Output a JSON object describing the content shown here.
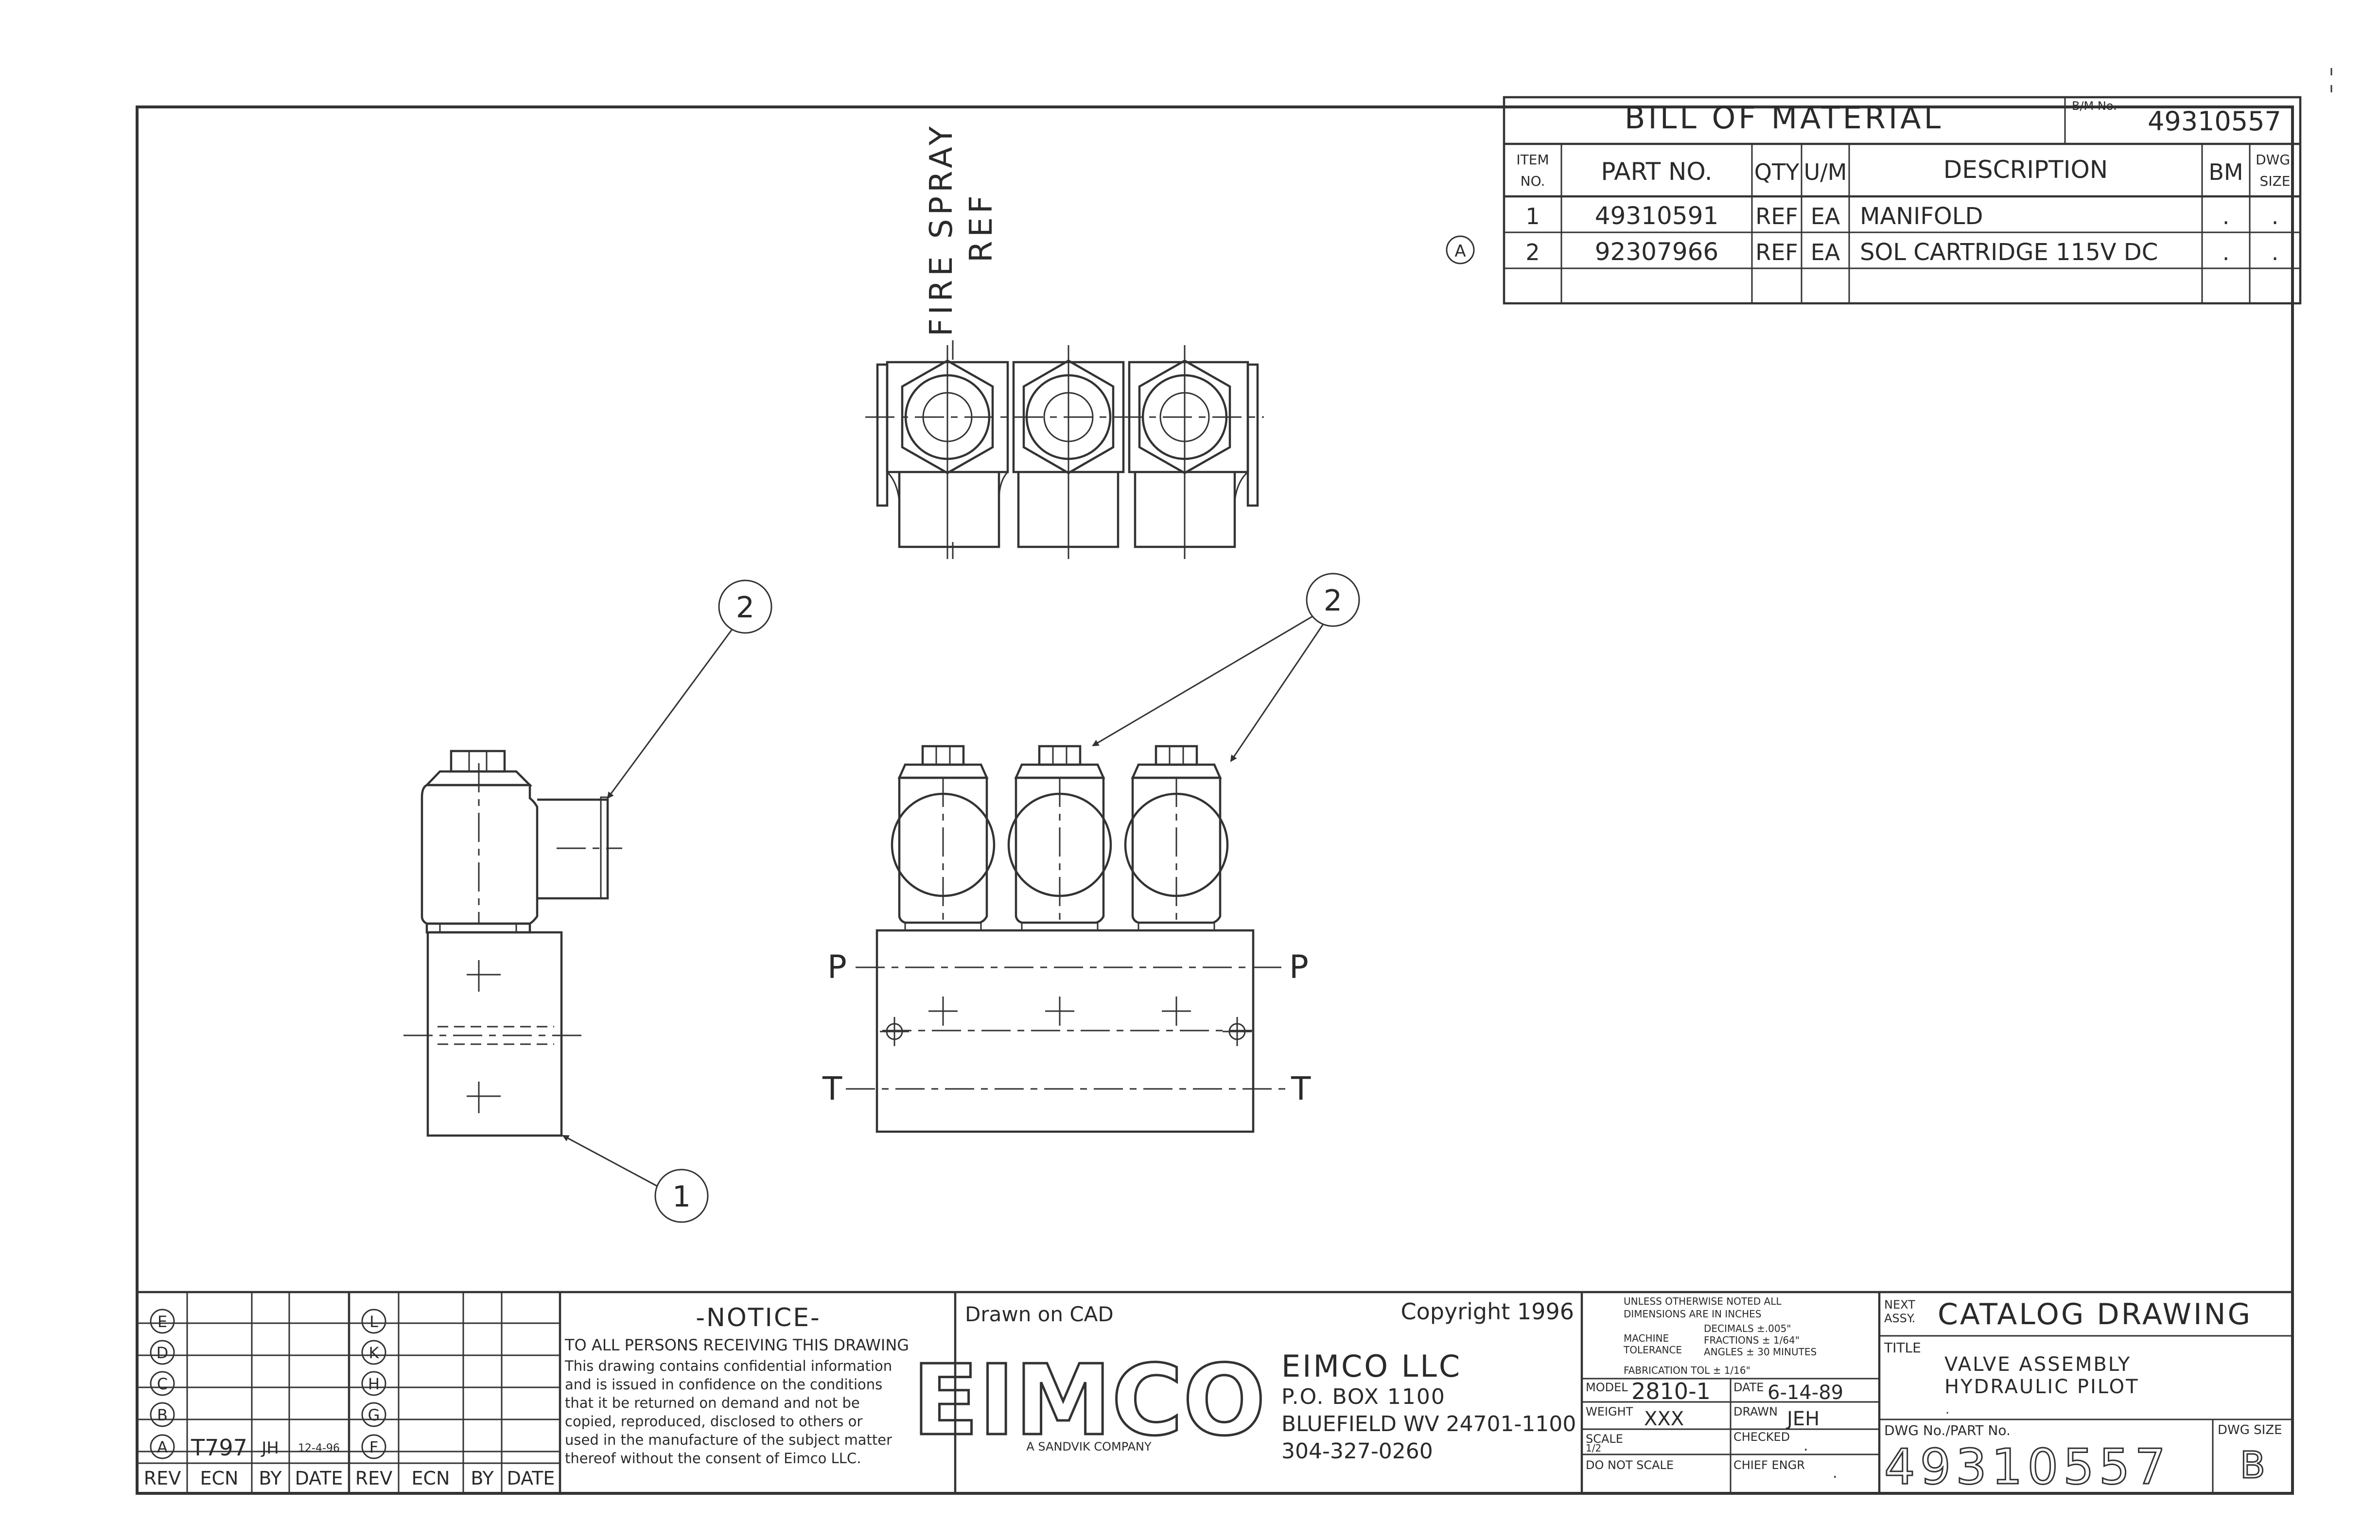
{
  "bom": {
    "title": "BILL OF MATERIAL",
    "bm_no_label": "B/M No.",
    "bm_no": "49310557",
    "headers": {
      "item_no_1": "ITEM",
      "item_no_2": "NO.",
      "part_no": "PART NO.",
      "qty": "QTY",
      "um": "U/M",
      "description": "DESCRIPTION",
      "bm": "BM",
      "dwg_size_1": "DWG.",
      "dwg_size_2": "SIZE"
    },
    "rows": [
      {
        "item": "1",
        "part": "49310591",
        "qty": "REF",
        "um": "EA",
        "desc": "MANIFOLD",
        "bm": ".",
        "size": "."
      },
      {
        "item": "2",
        "part": "92307966",
        "qty": "REF",
        "um": "EA",
        "desc": "SOL CARTRIDGE 115V DC",
        "bm": ".",
        "size": ".",
        "rev": "A"
      }
    ]
  },
  "drawing": {
    "fire_spray_1": "FIRE SPRAY",
    "fire_spray_2": "REF",
    "balloon_1": "1",
    "balloon_2": "2",
    "port_p": "P",
    "port_t": "T"
  },
  "revisions": {
    "left_letters": [
      "E",
      "D",
      "C",
      "B",
      "A"
    ],
    "right_letters": [
      "L",
      "K",
      "H",
      "G",
      "F"
    ],
    "entry": {
      "rev": "A",
      "ecn": "T797",
      "by": "JH",
      "date": "12-4-96"
    },
    "header": {
      "rev": "REV",
      "ecn": "ECN",
      "by": "BY",
      "date": "DATE"
    }
  },
  "notice": {
    "title": "-NOTICE-",
    "lines": [
      "TO ALL PERSONS RECEIVING THIS DRAWING",
      "This drawing contains confidential information",
      "and is issued in confidence on the conditions",
      "that it be returned on demand and not be",
      "copied, reproduced, disclosed to others or",
      "used in the manufacture of the subject matter",
      "thereof without the consent of Eimco LLC."
    ]
  },
  "company": {
    "drawn_on": "Drawn on CAD",
    "copyright": "Copyright 1996",
    "logo": "EIMCO",
    "logo_sub": "A SANDVIK COMPANY",
    "name": "EIMCO LLC",
    "box": "P.O. BOX 1100",
    "city": "BLUEFIELD WV 24701-1100",
    "phone": "304-327-0260"
  },
  "tolerances": {
    "lines": [
      "UNLESS OTHERWISE NOTED ALL",
      "DIMENSIONS ARE IN INCHES"
    ],
    "machine": "MACHINE",
    "tolerance": "TOLERANCE",
    "decimals": "DECIMALS ±.005\"",
    "fractions": "FRACTIONS ± 1/64\"",
    "angles": "ANGLES ± 30 MINUTES",
    "fabrication": "FABRICATION TOL ± 1/16\""
  },
  "titleblock": {
    "model_label": "MODEL",
    "model": "2810-1",
    "date_label": "DATE",
    "date": "6-14-89",
    "weight_label": "WEIGHT",
    "weight": "XXX",
    "drawn_label": "DRAWN",
    "drawn": "JEH",
    "scale_label": "SCALE",
    "scale": "1/2",
    "checked_label": "CHECKED",
    "checked": ".",
    "do_not_scale": "DO NOT SCALE",
    "chief_label": "CHIEF ENGR",
    "chief": ".",
    "next_assy_1": "NEXT",
    "next_assy_2": "ASSY.",
    "next_assy": "CATALOG DRAWING",
    "title_label": "TITLE",
    "title_1": "VALVE ASSEMBLY",
    "title_2": "HYDRAULIC PILOT",
    "title_3": ".",
    "dwg_no_label": "DWG No./PART No.",
    "dwg_no": "49310557",
    "dwg_size_label": "DWG SIZE",
    "dwg_size": "B"
  }
}
